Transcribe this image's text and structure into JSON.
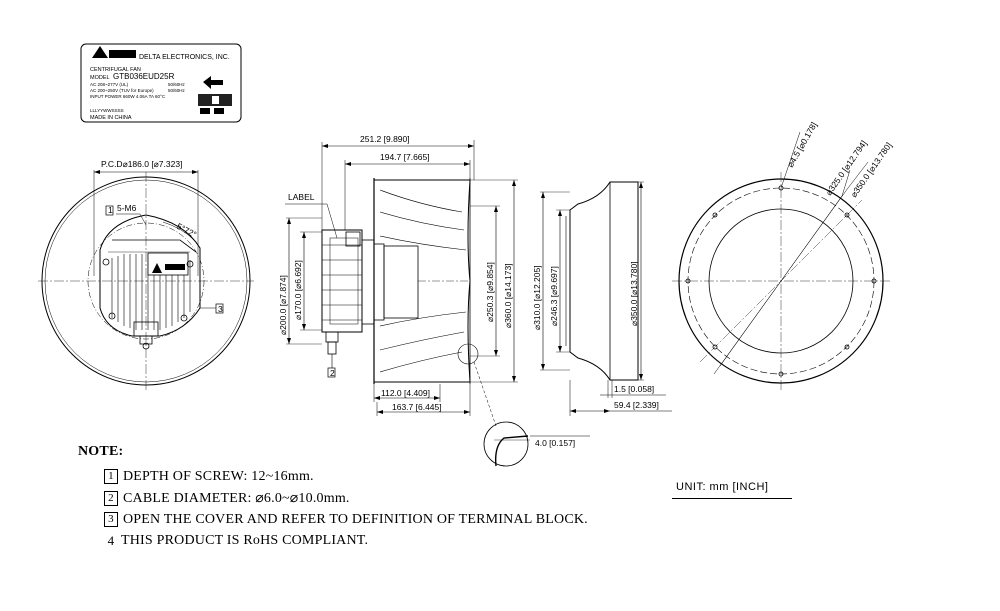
{
  "label_plate": {
    "brand": "DELTA ELECTRONICS, INC.",
    "product_type": "CENTRIFUGAL FAN",
    "model_label": "MODEL",
    "model": "GTB036EUD25R",
    "ac_line_1": "AC 208~277V (UL)",
    "ac_line_1_freq": "50/60Hz",
    "ac_line_2": "AC 200~250V (TUV for Europe)",
    "ac_line_2_freq": "50/60Hz",
    "input_power": "INPUT POWER 660W 4.06A TA 60°C",
    "date_code": "LLLYYWWSSSS",
    "origin": "MADE IN CHINA"
  },
  "front_view": {
    "pcd_label": "P.C.D⌀186.0 [⌀7.323]",
    "screw_label": "5-M6",
    "angle_label": "5°72°",
    "callout_1": "1",
    "callout_3": "3"
  },
  "side_view": {
    "label_tag": "LABEL",
    "dim_overall_length": "251.2 [9.890]",
    "dim_inlet_length": "194.7 [7.665]",
    "dim_d200": "⌀200.0 [⌀7.874]",
    "dim_d170": "⌀170.0 [⌀6.692]",
    "dim_d250": "⌀250.3 [⌀9.854]",
    "dim_d360": "⌀360.0 [⌀14.173]",
    "dim_depth_112": "112.0 [4.409]",
    "dim_depth_163": "163.7 [6.445]",
    "dim_detail": "4.0 [0.157]",
    "callout_2": "2"
  },
  "inlet_ring_view": {
    "dim_d310": "⌀310.0 [⌀12.205]",
    "dim_d246": "⌀246.3 [⌀9.697]",
    "dim_d350": "⌀350.0 [⌀13.780]",
    "dim_thickness": "1.5 [0.058]",
    "dim_depth": "59.4 [2.339]"
  },
  "mounting_view": {
    "dim_hole": "⌀4.5 [⌀0.178]",
    "dim_pcd": "⌀325.0 [⌀12.794]",
    "dim_outer": "⌀350.0 [⌀13.780]"
  },
  "notes": {
    "title": "NOTE:",
    "items": [
      {
        "num": "1",
        "text": "DEPTH OF SCREW: 12~16mm."
      },
      {
        "num": "2",
        "text": "CABLE DIAMETER: ⌀6.0~⌀10.0mm."
      },
      {
        "num": "3",
        "text": "OPEN THE COVER AND REFER TO DEFINITION OF TERMINAL BLOCK."
      },
      {
        "num": "4",
        "text": "THIS PRODUCT IS RoHS COMPLIANT."
      }
    ]
  },
  "unit": "UNIT: mm [INCH]"
}
